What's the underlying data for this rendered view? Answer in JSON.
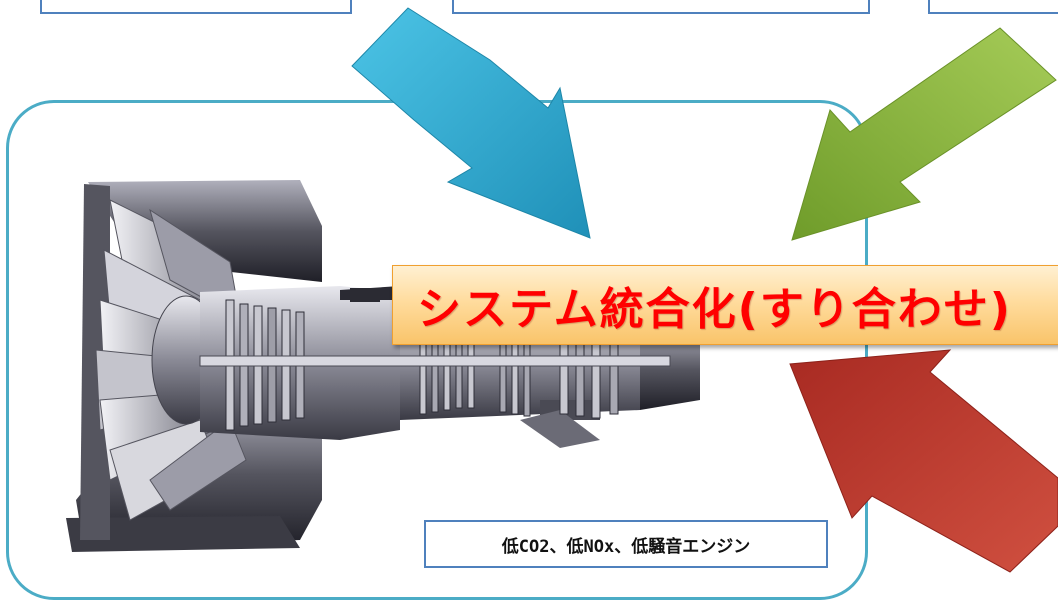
{
  "banner": {
    "text": "システム統合化(すり合わせ)",
    "text_color": "#ff0000"
  },
  "caption": {
    "text": "低CO2、低NOx、低騒音エンジン"
  },
  "colors": {
    "panel_border": "#4bacc6",
    "box_border": "#4f81bd",
    "arrow_blue": "#31acd0",
    "arrow_green": "#8ab83c",
    "arrow_red": "#c0392b"
  },
  "illustration": {
    "subject": "turbofan-engine-cutaway"
  }
}
